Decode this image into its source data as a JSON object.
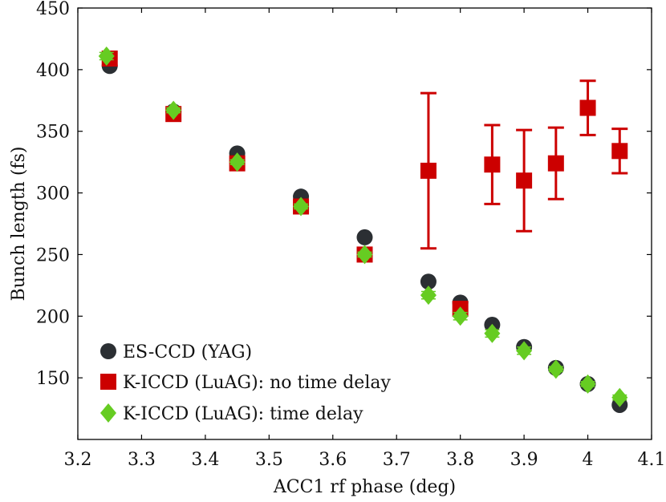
{
  "chart_data": {
    "type": "scatter",
    "xlabel": "ACC1 rf phase (deg)",
    "ylabel": "Bunch length (fs)",
    "xlim": [
      3.2,
      4.1
    ],
    "ylim": [
      100,
      450
    ],
    "xticks": [
      3.2,
      3.3,
      3.4,
      3.5,
      3.6,
      3.7,
      3.8,
      3.9,
      4.0,
      4.1
    ],
    "xtick_labels": [
      "3.2",
      "3.3",
      "3.4",
      "3.5",
      "3.6",
      "3.7",
      "3.8",
      "3.9",
      "4",
      "4.1"
    ],
    "yticks": [
      150,
      200,
      250,
      300,
      350,
      400,
      450
    ],
    "ytick_labels": [
      "150",
      "200",
      "250",
      "300",
      "350",
      "400",
      "450"
    ],
    "grid": false,
    "legend_position": "bottom-left",
    "series": [
      {
        "name": "ES-CCD (YAG)",
        "marker": "circle",
        "color": "#2b2f33",
        "points": [
          {
            "x": 3.25,
            "y": 403
          },
          {
            "x": 3.35,
            "y": 366
          },
          {
            "x": 3.45,
            "y": 332
          },
          {
            "x": 3.55,
            "y": 297
          },
          {
            "x": 3.65,
            "y": 264
          },
          {
            "x": 3.75,
            "y": 228
          },
          {
            "x": 3.8,
            "y": 211
          },
          {
            "x": 3.85,
            "y": 193
          },
          {
            "x": 3.9,
            "y": 175
          },
          {
            "x": 3.95,
            "y": 158
          },
          {
            "x": 4.0,
            "y": 145
          },
          {
            "x": 4.05,
            "y": 128
          }
        ]
      },
      {
        "name": "K-ICCD (LuAG): no time delay",
        "marker": "square",
        "color": "#cc0000",
        "points": [
          {
            "x": 3.25,
            "y": 409,
            "err": 3
          },
          {
            "x": 3.35,
            "y": 364,
            "err": 3
          },
          {
            "x": 3.45,
            "y": 324,
            "err": 3
          },
          {
            "x": 3.55,
            "y": 289,
            "err": 3
          },
          {
            "x": 3.65,
            "y": 250,
            "err": 3
          },
          {
            "x": 3.75,
            "y": 318,
            "err": 63
          },
          {
            "x": 3.8,
            "y": 206,
            "err": 3
          },
          {
            "x": 3.85,
            "y": 323,
            "err": 32
          },
          {
            "x": 3.9,
            "y": 310,
            "err": 41
          },
          {
            "x": 3.95,
            "y": 324,
            "err": 29
          },
          {
            "x": 4.0,
            "y": 369,
            "err": 22
          },
          {
            "x": 4.05,
            "y": 334,
            "err": 18
          }
        ]
      },
      {
        "name": "K-ICCD (LuAG): time delay",
        "marker": "diamond",
        "color": "#66cc22",
        "points": [
          {
            "x": 3.245,
            "y": 411,
            "err": 3
          },
          {
            "x": 3.35,
            "y": 367,
            "err": 2
          },
          {
            "x": 3.45,
            "y": 325,
            "err": 2
          },
          {
            "x": 3.55,
            "y": 289,
            "err": 2
          },
          {
            "x": 3.65,
            "y": 250,
            "err": 2
          },
          {
            "x": 3.75,
            "y": 217,
            "err": 3
          },
          {
            "x": 3.8,
            "y": 200,
            "err": 3
          },
          {
            "x": 3.85,
            "y": 186,
            "err": 3
          },
          {
            "x": 3.9,
            "y": 172,
            "err": 3
          },
          {
            "x": 3.95,
            "y": 157,
            "err": 2
          },
          {
            "x": 4.0,
            "y": 145,
            "err": 2
          },
          {
            "x": 4.05,
            "y": 134,
            "err": 2
          }
        ]
      }
    ]
  }
}
